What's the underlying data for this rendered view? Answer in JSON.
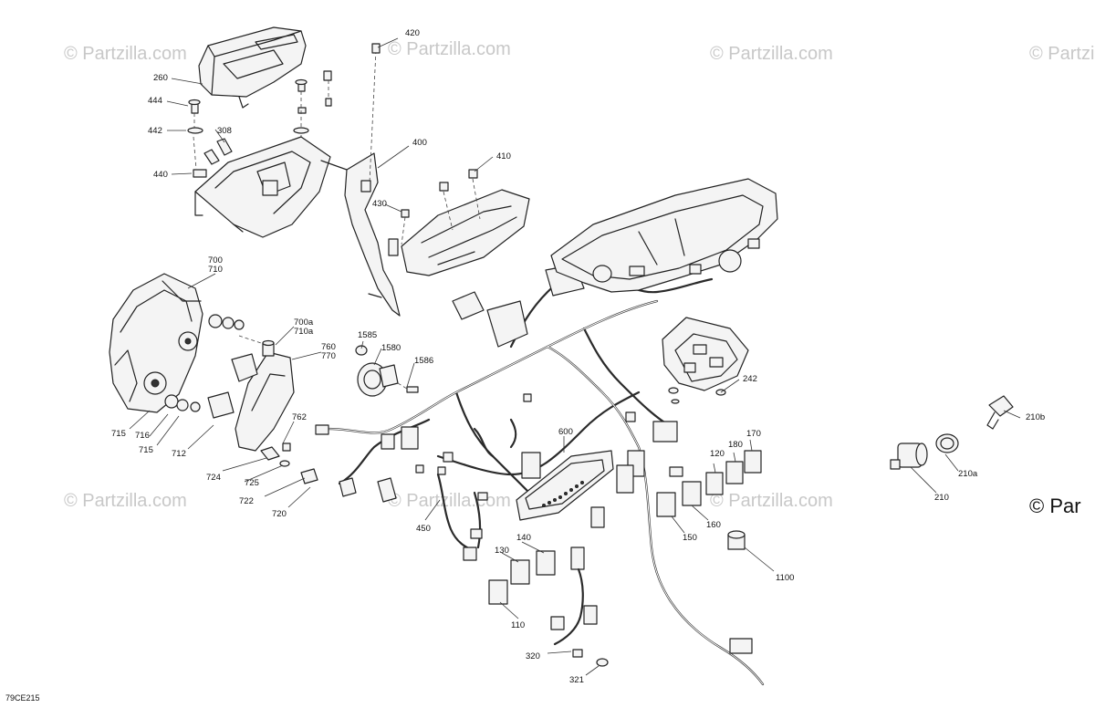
{
  "watermarks": {
    "w1": "© Partzilla.com",
    "w2": "© Partzilla.com",
    "w3": "© Partzilla.com",
    "w4": "© Partzilla.com",
    "w5": "© Partzilla.com",
    "w6": "© Partzilla.com",
    "w7": "© Partzilla.com",
    "w8": "© Par"
  },
  "drawing_code": "79CE215",
  "callouts": {
    "c420": "420",
    "c260": "260",
    "c444": "444",
    "c442": "442",
    "c308": "308",
    "c440": "440",
    "c400": "400",
    "c410": "410",
    "c430": "430",
    "c700": "700",
    "c710": "710",
    "c700a": "700a",
    "c710a": "710a",
    "c760": "760",
    "c770": "770",
    "c1585": "1585",
    "c1580": "1580",
    "c1586": "1586",
    "c715a": "715",
    "c716": "716",
    "c715b": "715",
    "c712": "712",
    "c762": "762",
    "c724": "724",
    "c725": "725",
    "c722": "722",
    "c720": "720",
    "c242": "242",
    "c210b": "210b",
    "c600": "600",
    "c170": "170",
    "c180": "180",
    "c120": "120",
    "c210a": "210a",
    "c210": "210",
    "c450": "450",
    "c150": "150",
    "c160": "160",
    "c140": "140",
    "c130": "130",
    "c110": "110",
    "c1100": "1100",
    "c320": "320",
    "c321": "321"
  }
}
